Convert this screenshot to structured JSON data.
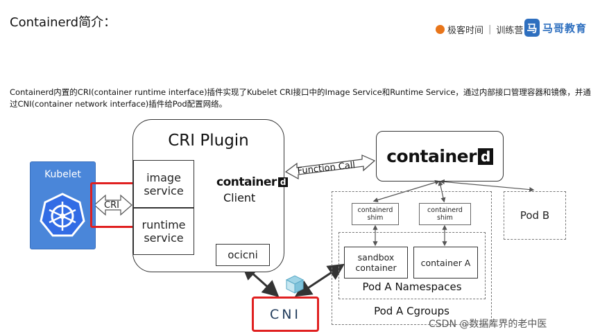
{
  "header": {
    "title": "Containerd简介：",
    "brand_geek": "极客时间",
    "brand_sep": "|",
    "brand_camp": "训练营",
    "brand_mage_logo": "马",
    "brand_mage": "马哥教育"
  },
  "description": "Containerd内置的CRI(container runtime interface)插件实现了Kubelet CRI接口中的Image Service和Runtime Service，通过内部接口管理容器和镜像，并通过CNI(container network interface)插件给Pod配置网络。",
  "diagram": {
    "kubelet": "Kubelet",
    "cri": "CRI",
    "cri_plugin": "CRI Plugin",
    "image_service_line1": "image",
    "image_service_line2": "service",
    "runtime_service_line1": "runtime",
    "runtime_service_line2": "service",
    "containerd_logo_text": "container",
    "containerd_logo_d": "d",
    "client": "Client",
    "ocicni": "ocicni",
    "function_call": "Function Call",
    "containerd_big_text": "container",
    "containerd_big_d": "d",
    "shim1_line1": "containerd",
    "shim1_line2": "shim",
    "shim2_line1": "containerd",
    "shim2_line2": "shim",
    "sandbox_line1": "sandbox",
    "sandbox_line2": "container",
    "container_a": "container A",
    "namespaces": "Pod A Namespaces",
    "cgroups": "Pod A Cgroups",
    "pod_b": "Pod B",
    "cni": "CNI"
  },
  "watermark": "CSDN @数据库界的老中医",
  "colors": {
    "kubelet_blue": "#4a86d9",
    "highlight_red": "#e02020",
    "cni_text": "#1f3a5a"
  }
}
